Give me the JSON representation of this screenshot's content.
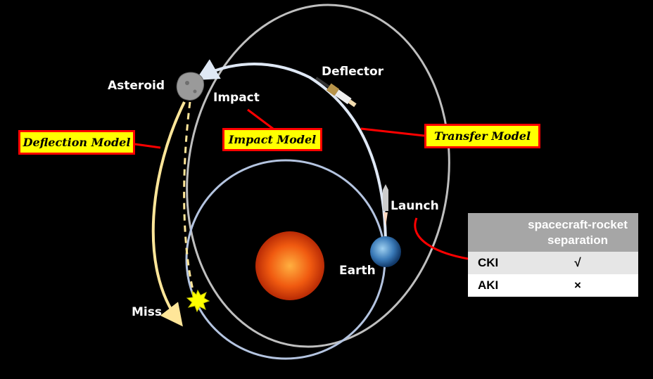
{
  "labels": {
    "asteroid": "Asteroid",
    "deflector": "Deflector",
    "impact": "Impact",
    "launch": "Launch",
    "earth": "Earth",
    "miss": "Miss"
  },
  "models": {
    "deflection": "Deflection Model",
    "impact": "Impact Model",
    "transfer": "Transfer Model"
  },
  "table": {
    "header": [
      "",
      "spacecraft-rocket separation"
    ],
    "rows": [
      {
        "name": "CKI",
        "value": "√"
      },
      {
        "name": "AKI",
        "value": "×"
      }
    ]
  },
  "colors": {
    "box_fill": "#ffff00",
    "box_border": "#ff0000",
    "connector": "#ff0000",
    "transfer_orbit": "#dfe8f5",
    "earth_orbit": "#b4c4e0",
    "asteroid_orbit": "#bfbfbf",
    "deflected_path": "#ffe699"
  }
}
